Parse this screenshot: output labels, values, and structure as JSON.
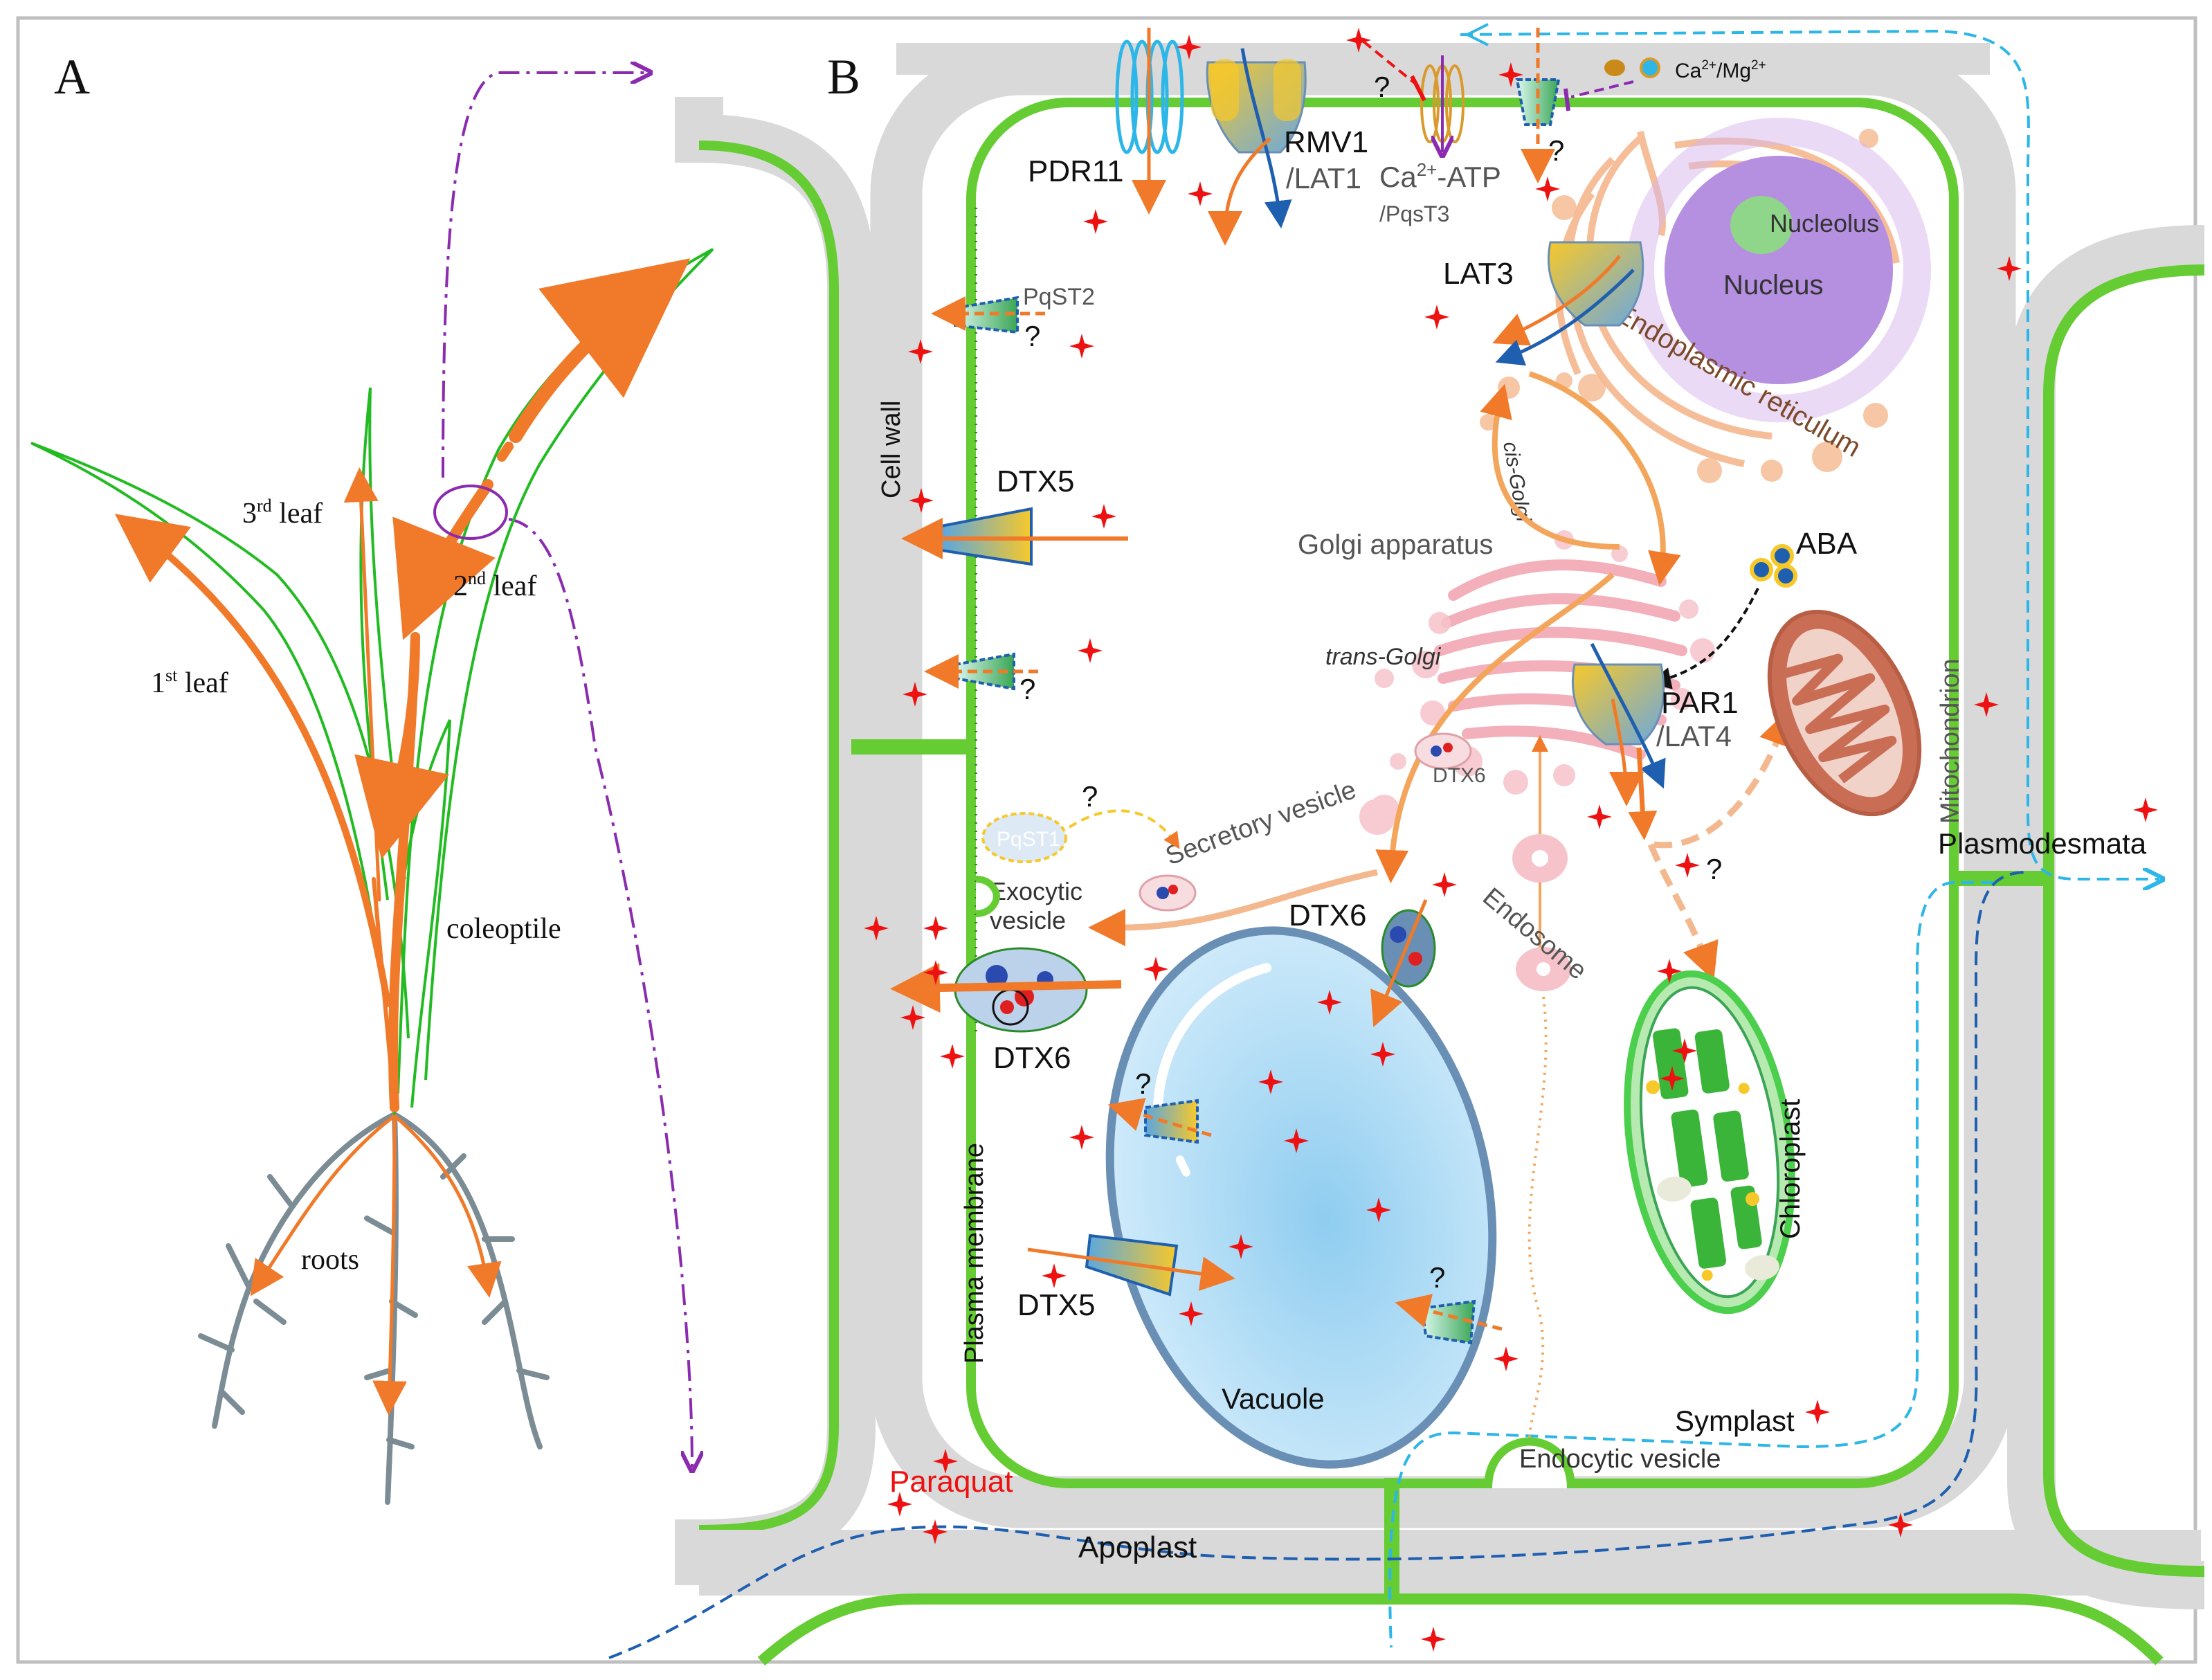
{
  "panels": {
    "a": "A",
    "b": "B"
  },
  "plant": {
    "leaf1": {
      "num": "1",
      "sup": "st",
      "word": " leaf"
    },
    "leaf2": {
      "num": "2",
      "sup": "nd",
      "word": " leaf"
    },
    "leaf3": {
      "num": "3",
      "sup": "rd",
      "word": " leaf"
    },
    "coleoptile": "coleoptile",
    "roots": "roots"
  },
  "labels": {
    "pdr11": "PDR11",
    "rmv1": "RMV1",
    "lat1": "/LAT1",
    "ca_atp": "Ca",
    "ca_atp_sup": "2+",
    "ca_atp_tail": "-ATP",
    "pqst3": "/PqsT3",
    "ca_mg": "Ca",
    "ca_mg_sup1": "2+",
    "ca_mg_mid": "/Mg",
    "ca_mg_sup2": "2+",
    "pqst2": "PqST2",
    "pqst1": "PqST1",
    "lat3": "LAT3",
    "nucleolus": "Nucleolus",
    "nucleus": "Nucleus",
    "er": "Endoplasmic reticulum",
    "cis_golgi": "cis-Golgi",
    "golgi": "Golgi apparatus",
    "trans_golgi": "trans-Golgi",
    "aba": "ABA",
    "par1": "PAR1",
    "lat4": "/LAT4",
    "mito": "Mitochondrion",
    "cell_wall": "Cell wall",
    "dtx5": "DTX5",
    "dtx6": "DTX6",
    "secretory": "Secretory vesicle",
    "exocytic1": "Exocytic",
    "exocytic2": "vesicle",
    "endosome": "Endosome",
    "plasmodesmata": "Plasmodesmata",
    "chloroplast": "Chloroplast",
    "plasma_membrane": "Plasma membrane",
    "vacuole": "Vacuole",
    "symplast": "Symplast",
    "endocytic": "Endocytic vesicle",
    "paraquat": "Paraquat",
    "apoplast": "Apoplast",
    "q": "?"
  },
  "colors": {
    "wall": "#d9d9d9",
    "membrane": "#66cc33",
    "arrow": "#f07a2a",
    "leaf": "#22bb22",
    "paraquat": "#ee1111",
    "vacuole": "#bfe0f5",
    "vacuole_edge": "#6a8fb4",
    "nucleus": "#b58fe0",
    "golgi": "#f2a3b0",
    "er": "#f4b88f",
    "mito": "#c96d55",
    "chloroplast": "#4ccf4c",
    "symplast_path": "#2db6e8",
    "apoplast_path": "#1f5fb0",
    "violet_path": "#8a2bb0"
  }
}
